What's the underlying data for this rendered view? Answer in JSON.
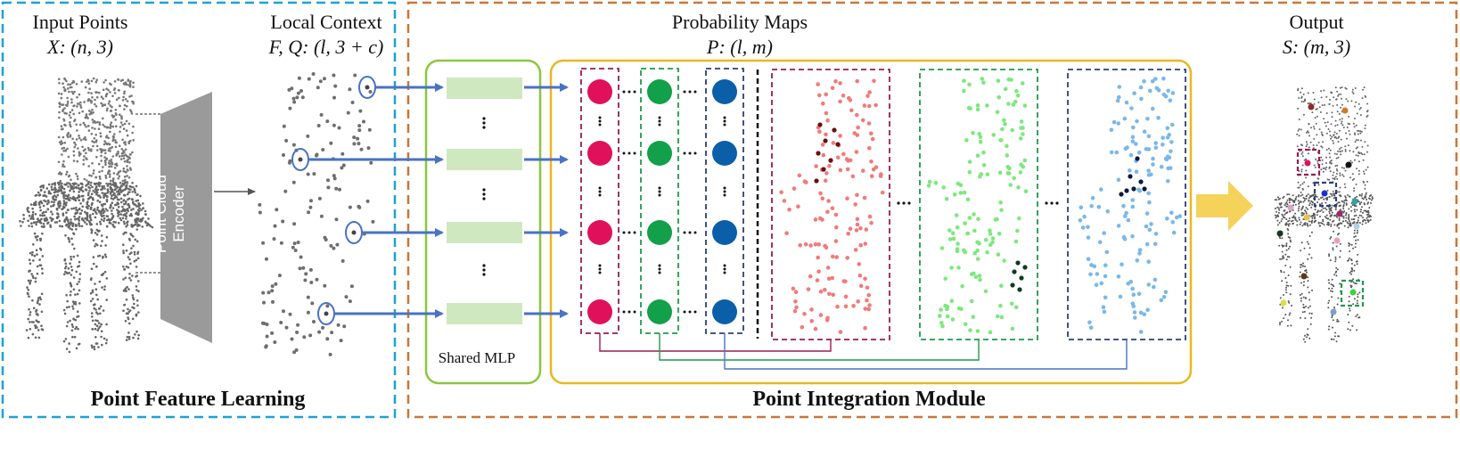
{
  "labels": {
    "input_points": "Input Points",
    "input_shape": "X: (n, 3)",
    "local_context": "Local Context",
    "local_shape": "F, Q: (l, 3 + c)",
    "probability_maps": "Probability Maps",
    "prob_shape": "P: (l, m)",
    "output": "Output",
    "output_shape": "S: (m, 3)",
    "encoder": "Point Cloud Encoder",
    "shared_mlp": "Shared MLP",
    "point_feature_learning": "Point Feature Learning",
    "point_integration_module": "Point Integration Module",
    "ellipsis": "..."
  },
  "colors": {
    "blue_frame": "#1aa3d6",
    "orange_frame": "#c9773a",
    "green_frame": "#8cc63f",
    "yellow_frame": "#e8b820",
    "mlp_block": "#cfe8c0",
    "arrow_blue": "#4a72c4",
    "encoder_gray": "#9a9a9a",
    "node_red": "#e0105a",
    "node_green": "#12a04a",
    "node_blue": "#0b5fa8",
    "map_red": "#f07b7b",
    "map_green": "#7de87d",
    "map_blue": "#7ab8ea",
    "dark_red": "#6b0f0f",
    "dark_green": "#0c3d1c",
    "dark_blue": "#0c1a3d",
    "frame_red": "#9b1b4e",
    "frame_green": "#1f9a4a",
    "frame_blue": "#2b3f7a",
    "big_arrow": "#f5d25a",
    "gray_point": "#6e6e6e"
  }
}
